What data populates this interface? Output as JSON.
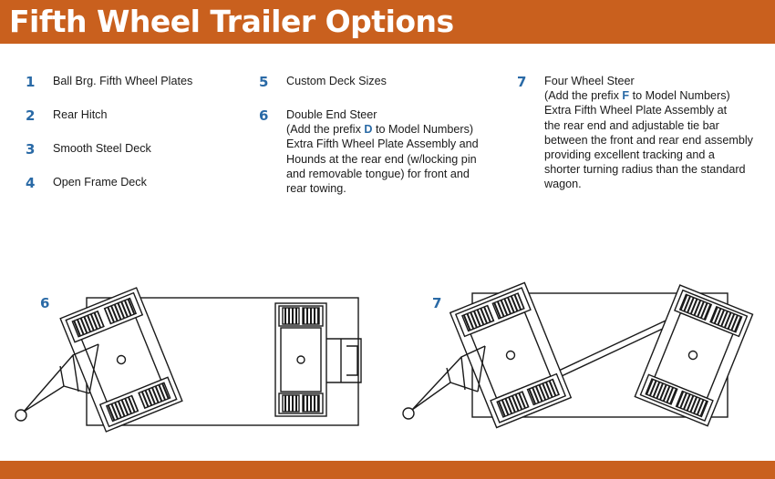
{
  "header": {
    "title": "Fifth Wheel Trailer Options"
  },
  "colors": {
    "band": "#c9601e",
    "accent": "#2a6aa6"
  },
  "options": [
    {
      "number": "1",
      "label": "Ball Brg. Fifth Wheel Plates"
    },
    {
      "number": "2",
      "label": "Rear Hitch"
    },
    {
      "number": "3",
      "label": "Smooth Steel Deck"
    },
    {
      "number": "4",
      "label": "Open Frame Deck"
    },
    {
      "number": "5",
      "label": "Custom Deck Sizes"
    },
    {
      "number": "6",
      "label": "Double End Steer",
      "note_pre": "(Add the prefix ",
      "prefix": "D",
      "note_post": " to Model Numbers)",
      "desc": [
        "Extra Fifth Wheel Plate Assembly and",
        "Hounds at the rear end (w/locking pin",
        "and removable tongue) for front and",
        "rear towing."
      ]
    },
    {
      "number": "7",
      "label": "Four Wheel Steer",
      "note_pre": "(Add the prefix ",
      "prefix": "F",
      "note_post": " to Model Numbers)",
      "desc": [
        "Extra Fifth Wheel Plate Assembly at",
        "the rear end and adjustable tie bar",
        "between the front and rear end assembly",
        "providing excellent tracking and a",
        "shorter turning radius than the standard",
        "wagon."
      ]
    }
  ],
  "figures": [
    {
      "number": "6",
      "icon": "double-end-steer-trailer-drawing"
    },
    {
      "number": "7",
      "icon": "four-wheel-steer-trailer-drawing"
    }
  ]
}
